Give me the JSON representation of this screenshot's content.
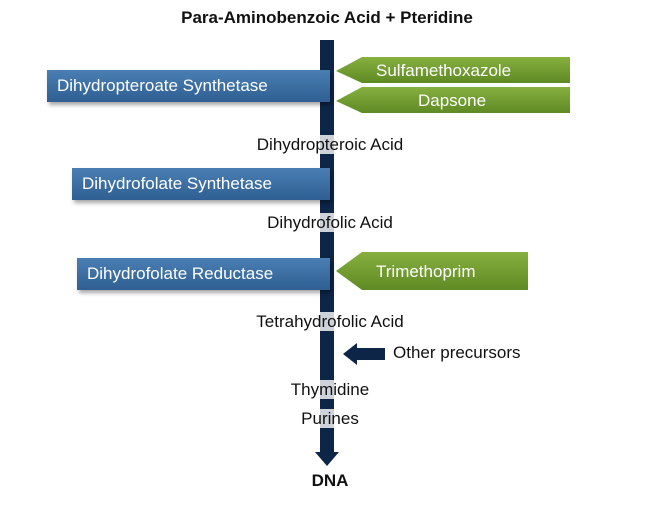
{
  "title": "Para-Aminobenzoic Acid + Pteridine",
  "enzymes": [
    "Dihydropteroate Synthetase",
    "Dihydrofolate Synthetase",
    "Dihydrofolate Reductase"
  ],
  "inhibitors": [
    "Sulfamethoxazole",
    "Dapsone",
    "Trimethoprim"
  ],
  "intermediates": [
    "Dihydropteroic Acid",
    "Dihydrofolic Acid",
    "Tetrahydrofolic Acid"
  ],
  "other_precursors": "Other precursors",
  "products": [
    "Thymidine",
    "Purines"
  ],
  "end_product": "DNA",
  "colors": {
    "spine": "#0d2547",
    "enzyme_box": "#3a6ca3",
    "inhibitor_arrow": "#6f9a2c",
    "text": "#111111"
  }
}
